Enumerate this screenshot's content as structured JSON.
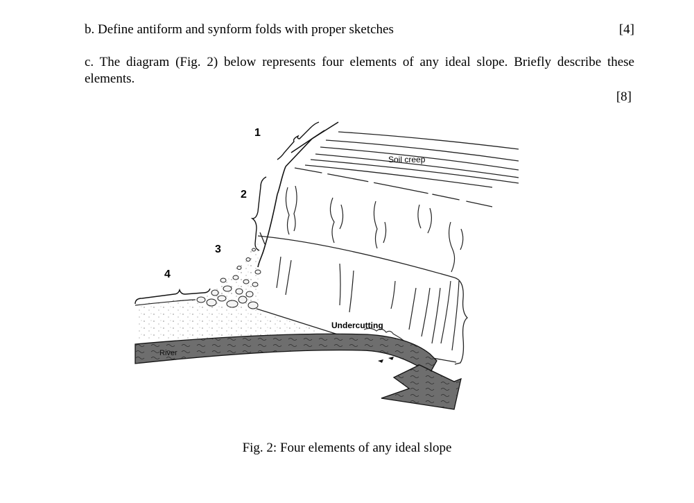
{
  "question_b": {
    "text": "b. Define antiform and synform folds with proper sketches",
    "marks": "[4]"
  },
  "question_c": {
    "text": "c. The diagram (Fig. 2) below represents four elements of any ideal slope. Briefly describe these elements.",
    "marks": "[8]"
  },
  "figure": {
    "labels": {
      "element_1": "1",
      "element_2": "2",
      "element_3": "3",
      "element_4": "4",
      "soil_creep": "Soil creep",
      "undercutting": "Undercutting",
      "river": "River"
    },
    "caption": "Fig. 2: Four elements of any ideal slope"
  }
}
